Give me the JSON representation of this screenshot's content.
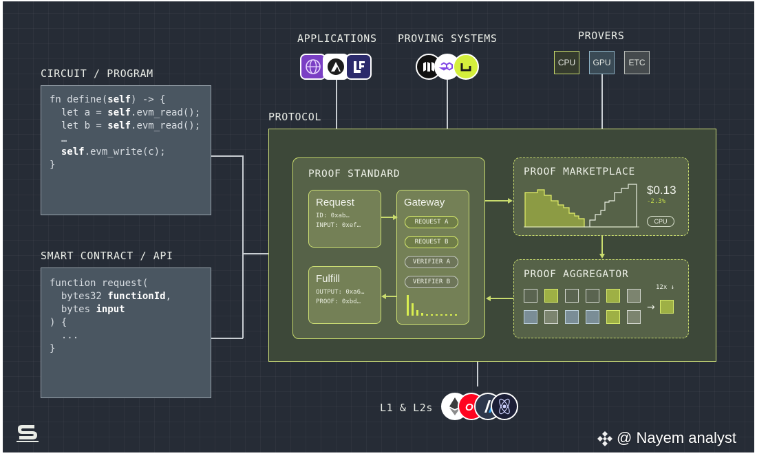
{
  "labels": {
    "circuit_program": "CIRCUIT / PROGRAM",
    "smart_contract_api": "SMART CONTRACT / API",
    "applications": "APPLICATIONS",
    "proving_systems": "PROVING SYSTEMS",
    "provers": "PROVERS",
    "protocol": "PROTOCOL",
    "l1_l2s": "L1 & L2s"
  },
  "circuit_code": [
    {
      "pre": "fn define(",
      "kw": "self",
      "post": ") -> {"
    },
    {
      "pre": "  let a = ",
      "kw": "self",
      "post": ".evm_read();"
    },
    {
      "pre": "  let b = ",
      "kw": "self",
      "post": ".evm_read();"
    },
    {
      "pre": "  …",
      "kw": "",
      "post": ""
    },
    {
      "pre": "  ",
      "kw": "self",
      "post": ".evm_write(c);"
    },
    {
      "pre": "}",
      "kw": "",
      "post": ""
    }
  ],
  "contract_code": [
    {
      "pre": "function request(",
      "kw": "",
      "post": ""
    },
    {
      "pre": "  bytes32 ",
      "kw": "functionId",
      "post": ","
    },
    {
      "pre": "  bytes ",
      "kw": "input",
      "post": ""
    },
    {
      "pre": ") {",
      "kw": "",
      "post": ""
    },
    {
      "pre": "  ...",
      "kw": "",
      "post": ""
    },
    {
      "pre": "}",
      "kw": "",
      "post": ""
    }
  ],
  "provers": [
    "CPU",
    "GPU",
    "ETC"
  ],
  "proof_standard": {
    "title": "PROOF STANDARD",
    "request": {
      "title": "Request",
      "lines": [
        "ID: 0xab…",
        "INPUT: 0xef…"
      ]
    },
    "fulfill": {
      "title": "Fulfill",
      "lines": [
        "OUTPUT: 0xa6…",
        "PROOF: 0xbd…"
      ]
    },
    "gateway": {
      "title": "Gateway",
      "pills": [
        "REQUEST A",
        "REQUEST B",
        "VERIFIER A",
        "VERIFIER B"
      ]
    }
  },
  "proof_marketplace": {
    "title": "PROOF MARKETPLACE",
    "price": "$0.13",
    "change": "-2.3%",
    "chip": "CPU"
  },
  "proof_aggregator": {
    "title": "PROOF AGGREGATOR",
    "factor": "12x ↓",
    "row1": [
      "dark",
      "yellow",
      "dark",
      "dark",
      "yellow",
      "grey"
    ],
    "row2": [
      "blue",
      "grey",
      "blue",
      "blue",
      "yellow",
      "grey"
    ]
  },
  "icons": {
    "applications": [
      "globe-app-icon",
      "mountain-app-icon",
      "lf-app-icon"
    ],
    "proving_systems": [
      "m-logo-icon",
      "polygon-icon",
      "loop-logo-icon"
    ],
    "chains": [
      "ethereum-icon",
      "optimism-icon",
      "arbitrum-icon",
      "cosmos-icon"
    ]
  },
  "colors": {
    "accent": "#c9dc6e",
    "background": "#262c36",
    "price_change": "#c4dc4a"
  },
  "watermark": "@ Nayem analyst"
}
